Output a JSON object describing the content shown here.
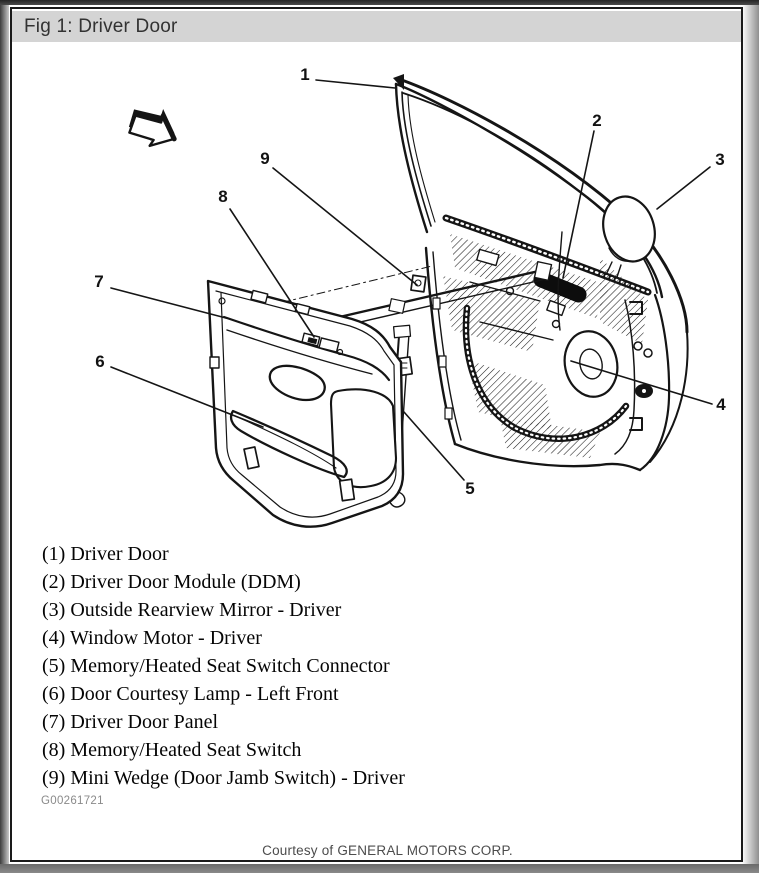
{
  "window": {
    "title": "Fig 1: Driver Door"
  },
  "diagram": {
    "description": "Exploded line-art view of a driver door: door shell with window frame, outside mirror, interior trim panel and hardware",
    "direction_arrow_icon": "3d-direction-arrow",
    "callout_numbers": [
      "1",
      "2",
      "3",
      "4",
      "5",
      "6",
      "7",
      "8",
      "9"
    ]
  },
  "legend": {
    "items": [
      "(1) Driver Door",
      "(2) Driver Door Module (DDM)",
      "(3) Outside Rearview Mirror - Driver",
      "(4) Window Motor - Driver",
      "(5) Memory/Heated Seat Switch Connector",
      "(6) Door Courtesy Lamp - Left Front",
      "(7) Driver Door Panel",
      "(8) Memory/Heated Seat Switch",
      "(9) Mini Wedge (Door Jamb Switch) - Driver"
    ]
  },
  "footer": {
    "figure_code": "G00261721",
    "courtesy": "Courtesy of GENERAL MOTORS CORP."
  },
  "colors": {
    "header_bg": "#d4d4d4",
    "frame_border": "#1a1a1a",
    "line_art": "#151515",
    "chrome_dark": "#3c3c3c",
    "page_bg": "#ffffff"
  }
}
